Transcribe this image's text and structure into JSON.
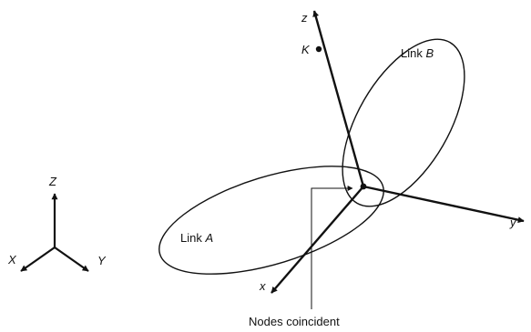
{
  "global_axes": {
    "z": "Z",
    "x": "X",
    "y": "Y"
  },
  "local_axes": {
    "z": "z",
    "x": "x",
    "y": "y"
  },
  "point_k": "K",
  "link_a": {
    "name": "Link",
    "letter": "A"
  },
  "link_b": {
    "name": "Link",
    "letter": "B"
  },
  "callout": "Nodes coincident",
  "colors": {
    "stroke": "#111111"
  }
}
